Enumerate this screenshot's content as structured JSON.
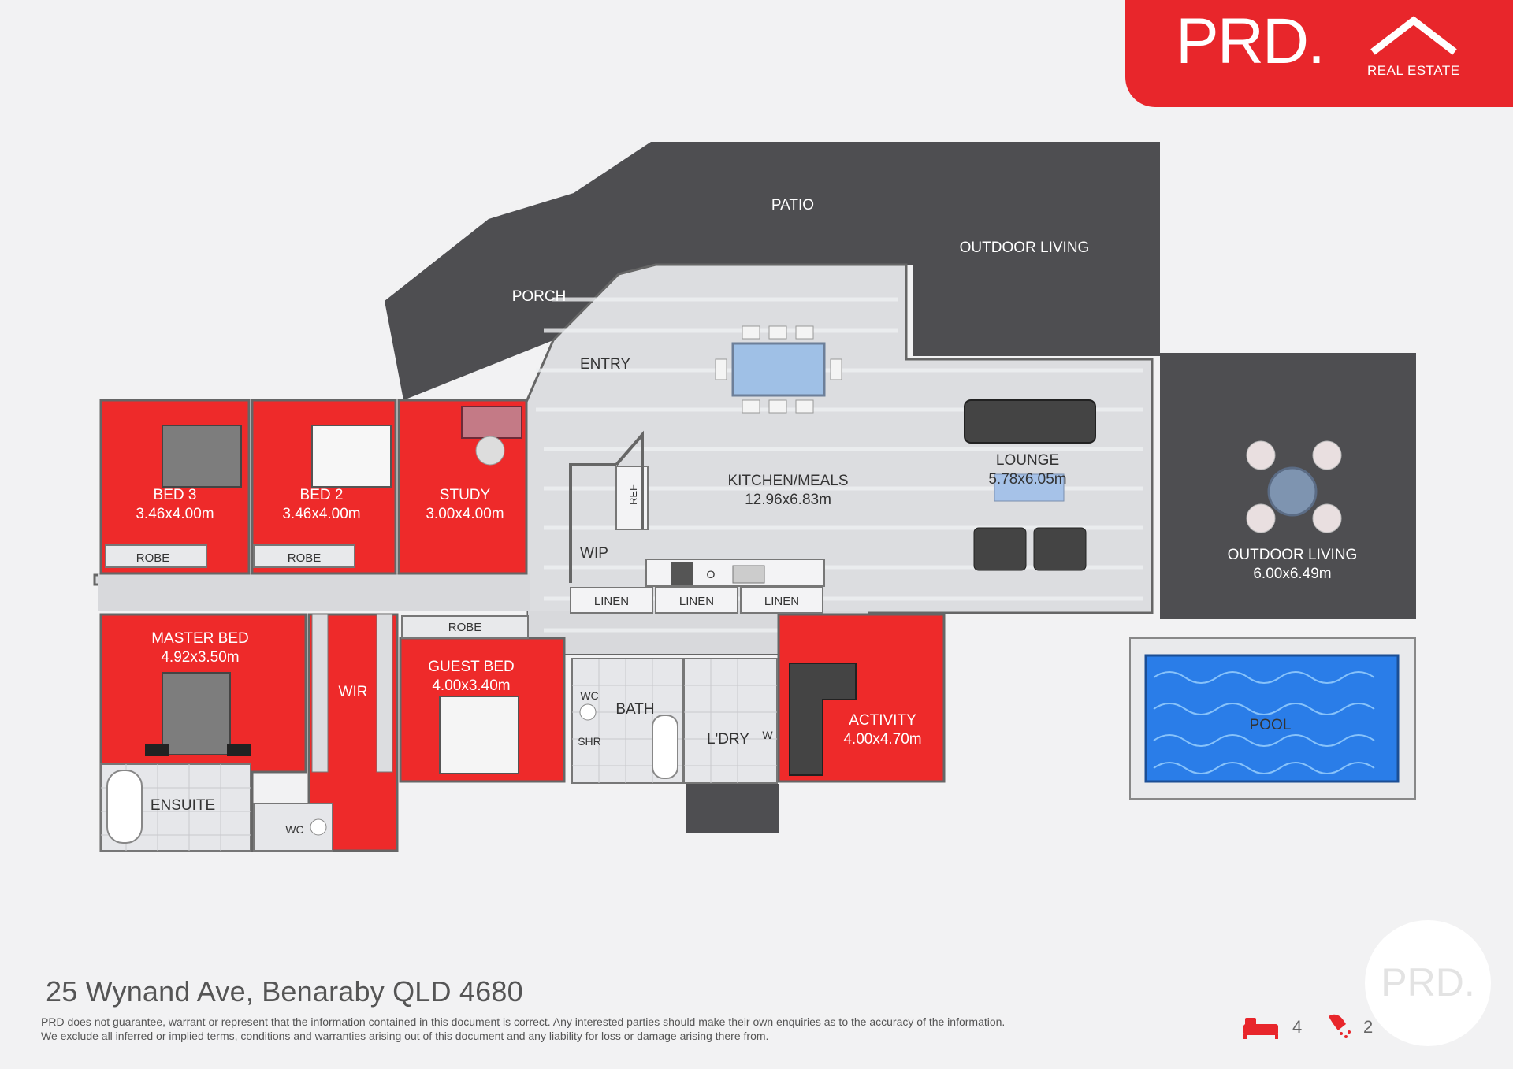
{
  "brand": {
    "name": "PRD.",
    "subtitle": "REAL ESTATE",
    "watermark": "PRD.",
    "accent_color": "#e8262b"
  },
  "rooms": {
    "patio": "PATIO",
    "outdoor_living_top": "OUTDOOR LIVING",
    "porch": "PORCH",
    "entry": "ENTRY",
    "bed3": {
      "name": "BED 3",
      "size": "3.46x4.00m"
    },
    "bed2": {
      "name": "BED 2",
      "size": "3.46x4.00m"
    },
    "study": {
      "name": "STUDY",
      "size": "3.00x4.00m"
    },
    "kitchen": {
      "name": "KITCHEN/MEALS",
      "size": "12.96x6.83m"
    },
    "lounge": {
      "name": "LOUNGE",
      "size": "5.78x6.05m"
    },
    "outdoor_living_side": {
      "name": "OUTDOOR LIVING",
      "size": "6.00x6.49m"
    },
    "wip": "WIP",
    "ref": "REF",
    "robe_bed3": "ROBE",
    "robe_bed2": "ROBE",
    "robe_guest": "ROBE",
    "linen1": "LINEN",
    "linen2": "LINEN",
    "linen3": "LINEN",
    "master": {
      "name": "MASTER BED",
      "size": "4.92x3.50m"
    },
    "wir": "WIR",
    "guest": {
      "name": "GUEST BED",
      "size": "4.00x3.40m"
    },
    "wc1": "WC",
    "bath": "BATH",
    "shr": "SHR",
    "ldry": "L'DRY",
    "w": "W",
    "activity": {
      "name": "ACTIVITY",
      "size": "4.00x4.70m"
    },
    "pool": "POOL",
    "ensuite": "ENSUITE",
    "wc2": "WC",
    "stove_o": "O"
  },
  "address": "25 Wynand Ave, Benaraby QLD 4680",
  "disclaimer": [
    "PRD does not guarantee, warrant or represent that the information contained in this document is correct. Any interested parties should make their own enquiries as to the accuracy of the information.",
    "We exclude all inferred or implied terms, conditions and warranties arising out of this document and any liability for loss or damage arising there from."
  ],
  "features": {
    "bedrooms": "4",
    "bathrooms": "2",
    "bed_icon": "bed-icon",
    "bath_icon": "shower-icon"
  },
  "colors": {
    "bedroom_red": "#ee2a2a",
    "outdoor_gray": "#4e4e51",
    "floor": "#d9dadc",
    "pool_blue": "#2a7de8"
  }
}
